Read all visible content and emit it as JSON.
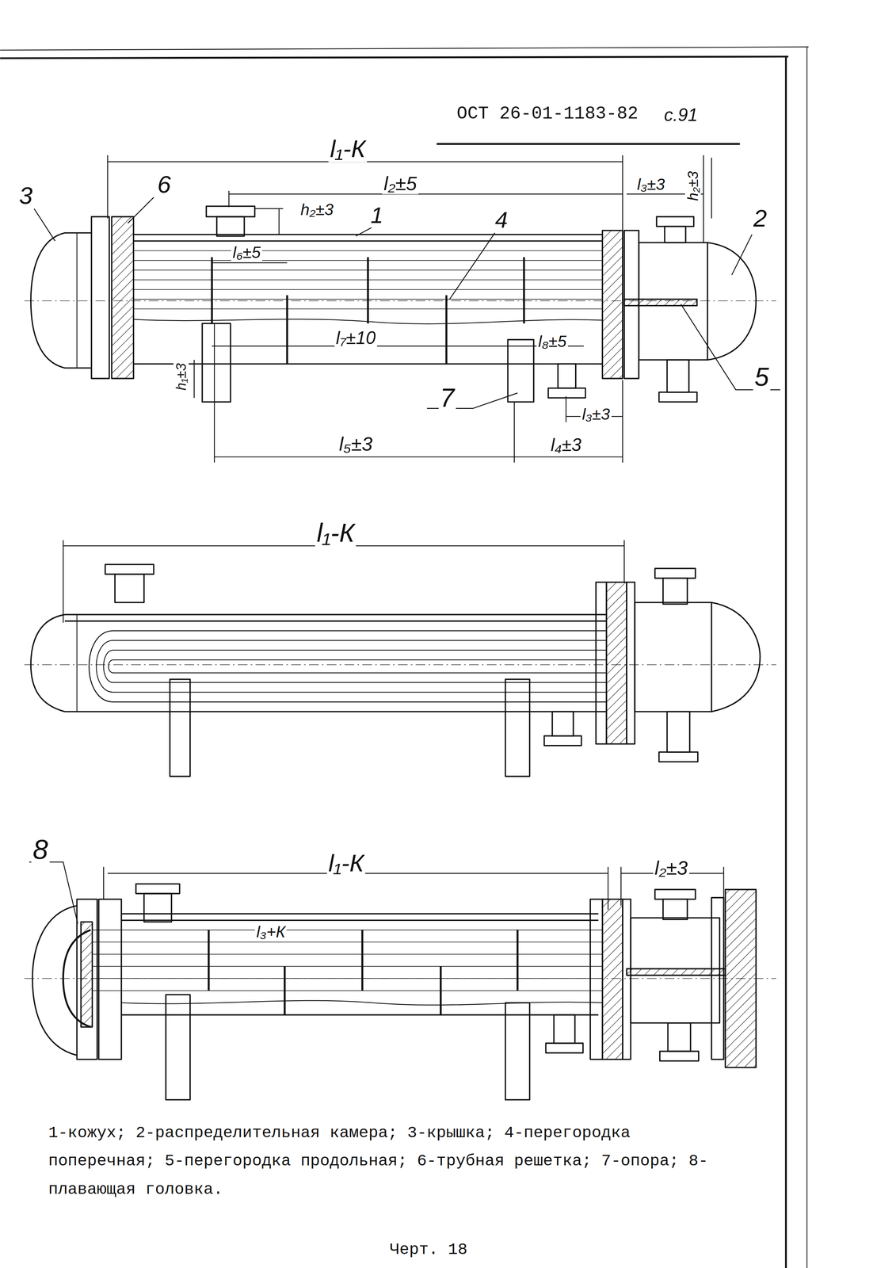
{
  "diagram": {
    "caption": "Черт. 18",
    "labels": [
      "ОСТ 26-01-1183-82",
      "с.91",
      "l₁-К",
      "l₂±5",
      "l₃±3",
      "h₂±3",
      "3",
      "6",
      "h₂±3",
      "1",
      "4",
      "2",
      "l₆±5",
      "l₇±10",
      "l₈±5",
      "h₁±3",
      "7",
      "5",
      "l₃±3",
      "l₅±3",
      "l₄±3",
      "l₁-К",
      "8",
      "l₁-К",
      "l₂±3",
      "l₃+К",
      "1-кожух; 2-распределительная камера; 3-крышка; 4-перегородка поперечная; 5-перегородка продольная; 6-трубная решетка; 7-опора; 8-плавающая головка."
    ]
  }
}
